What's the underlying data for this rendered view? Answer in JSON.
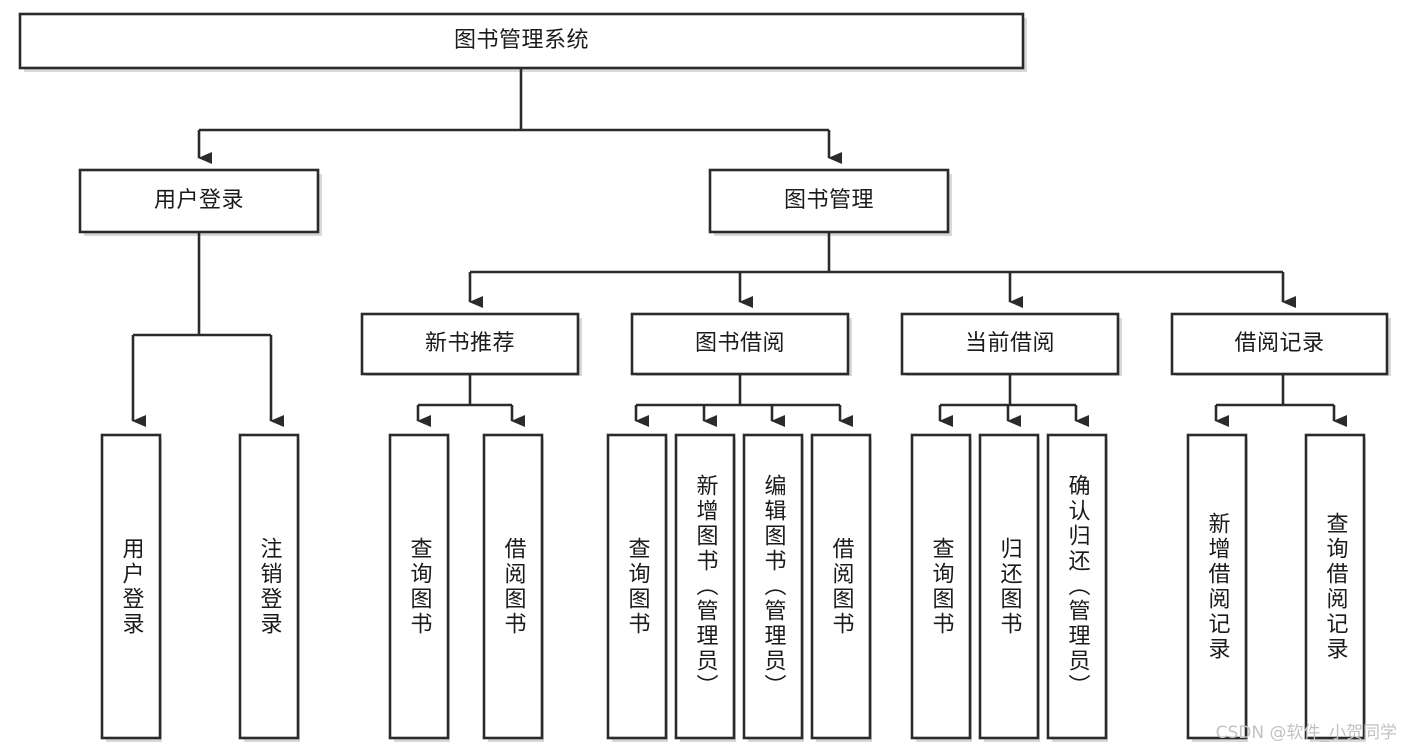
{
  "diagram": {
    "title": "图书管理系统",
    "type": "tree-hierarchy",
    "watermark": "CSDN @软件_小贺同学",
    "colors": {
      "stroke": "#2b2b2b",
      "fill": "#ffffff",
      "text": "#1b1b1b",
      "watermark": "#c2c2c2"
    },
    "nodes": {
      "root": {
        "label": "图书管理系统",
        "orientation": "horizontal"
      },
      "l1": [
        {
          "id": "user-login",
          "label": "用户登录",
          "orientation": "horizontal"
        },
        {
          "id": "book-manage",
          "label": "图书管理",
          "orientation": "horizontal"
        }
      ],
      "l2": [
        {
          "id": "new-book-recommend",
          "label": "新书推荐",
          "orientation": "horizontal"
        },
        {
          "id": "book-borrow",
          "label": "图书借阅",
          "orientation": "horizontal"
        },
        {
          "id": "current-borrow",
          "label": "当前借阅",
          "orientation": "horizontal"
        },
        {
          "id": "borrow-record",
          "label": "借阅记录",
          "orientation": "horizontal"
        }
      ],
      "leaves": [
        {
          "id": "leaf-user-login",
          "label": "用户登录",
          "orientation": "vertical",
          "parent": "user-login"
        },
        {
          "id": "leaf-logout-login",
          "label": "注销登录",
          "orientation": "vertical",
          "parent": "user-login"
        },
        {
          "id": "leaf-query-book-1",
          "label": "查询图书",
          "orientation": "vertical",
          "parent": "new-book-recommend"
        },
        {
          "id": "leaf-borrow-book-1",
          "label": "借阅图书",
          "orientation": "vertical",
          "parent": "new-book-recommend"
        },
        {
          "id": "leaf-query-book-2",
          "label": "查询图书",
          "orientation": "vertical",
          "parent": "book-borrow"
        },
        {
          "id": "leaf-add-book",
          "label": "新增图书（管理员）",
          "orientation": "vertical",
          "parent": "book-borrow"
        },
        {
          "id": "leaf-edit-book",
          "label": "编辑图书（管理员）",
          "orientation": "vertical",
          "parent": "book-borrow"
        },
        {
          "id": "leaf-borrow-book-2",
          "label": "借阅图书",
          "orientation": "vertical",
          "parent": "book-borrow"
        },
        {
          "id": "leaf-query-book-3",
          "label": "查询图书",
          "orientation": "vertical",
          "parent": "current-borrow"
        },
        {
          "id": "leaf-return-book",
          "label": "归还图书",
          "orientation": "vertical",
          "parent": "current-borrow"
        },
        {
          "id": "leaf-confirm-return",
          "label": "确认归还（管理员）",
          "orientation": "vertical",
          "parent": "current-borrow"
        },
        {
          "id": "leaf-add-record",
          "label": "新增借阅记录",
          "orientation": "vertical",
          "parent": "borrow-record"
        },
        {
          "id": "leaf-query-record",
          "label": "查询借阅记录",
          "orientation": "vertical",
          "parent": "borrow-record"
        }
      ]
    }
  }
}
